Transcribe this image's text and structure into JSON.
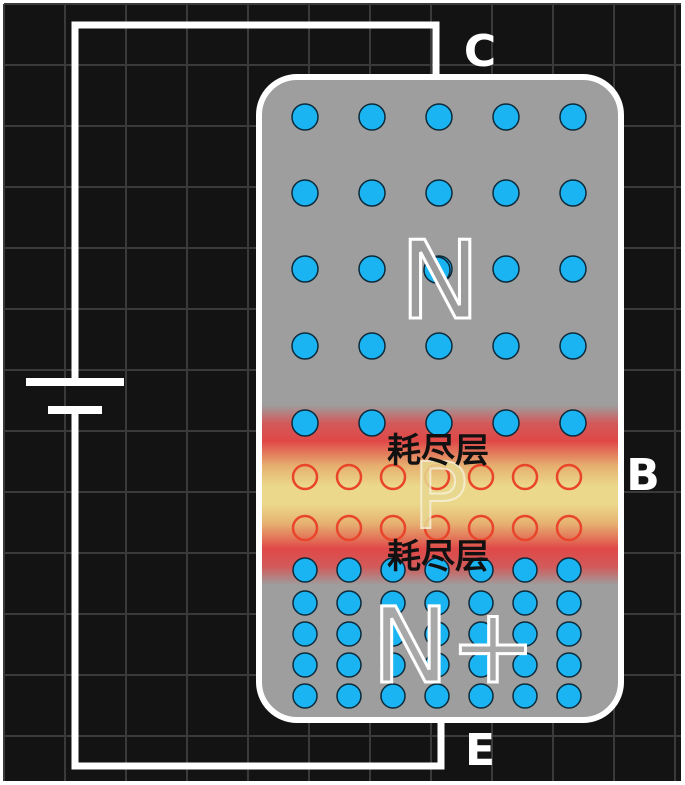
{
  "terminals": {
    "collector": "C",
    "base": "B",
    "emitter": "E"
  },
  "regions": {
    "n": "N",
    "p": "P",
    "n_plus": "N+"
  },
  "depletion": {
    "upper_label": "耗尽层",
    "lower_label": "耗尽层"
  },
  "carriers": {
    "electrons": {
      "color": "#1ab4f2",
      "outline": "#0b2a3a"
    },
    "holes": {
      "color": "#e8452a"
    }
  },
  "colors": {
    "background": "#131313",
    "grid": "#3a3a3a",
    "wire": "#ffffff",
    "semiconductor": "#9e9e9e",
    "depletion_outer": "#e04848",
    "depletion_core": "#ebd88a"
  }
}
